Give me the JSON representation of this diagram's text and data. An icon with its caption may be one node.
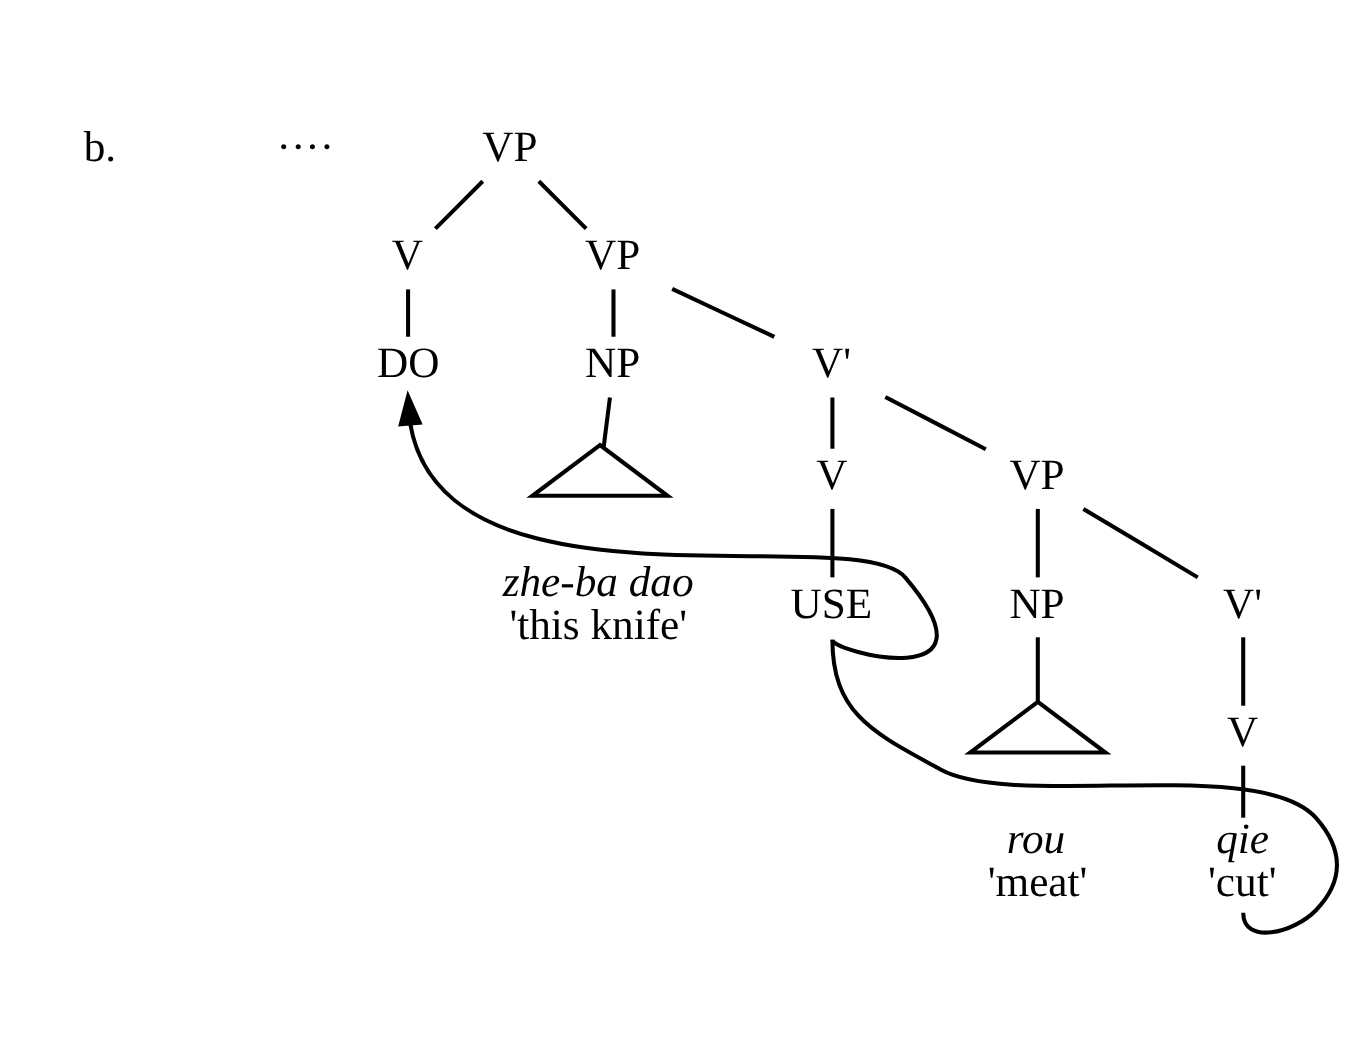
{
  "diagram": {
    "nodes": [
      {
        "text": [
          "VP"
        ]
      },
      {
        "text": [
          "V"
        ]
      },
      {
        "text": [
          "VP"
        ]
      },
      {
        "text": [
          "DO"
        ]
      },
      {
        "text": [
          "NP"
        ]
      },
      {
        "text": [
          "V'"
        ]
      },
      {
        "text": [],
        "shape": "triangle",
        "beside": [
          "zhe-ba dao",
          "'this knife'"
        ]
      },
      {
        "text": [
          "V"
        ]
      },
      {
        "text": [
          "VP"
        ]
      },
      {
        "text": [
          "USE"
        ]
      },
      {
        "text": [
          "NP"
        ]
      },
      {
        "text": [
          "V'"
        ]
      },
      {
        "text": [],
        "shape": "triangle",
        "beside": [
          "rou",
          "'meat'"
        ]
      },
      {
        "text": [
          "V"
        ]
      },
      {
        "text": [
          "qie",
          "'cut'"
        ]
      }
    ],
    "edges": [
      {
        "from": 0,
        "to": 1,
        "arrow": "none"
      },
      {
        "from": 0,
        "to": 2,
        "arrow": "none"
      },
      {
        "from": 1,
        "to": 3,
        "arrow": "none"
      },
      {
        "from": 2,
        "to": 4,
        "arrow": "none"
      },
      {
        "from": 2,
        "to": 5,
        "arrow": "none"
      },
      {
        "from": 4,
        "to": 6,
        "arrow": "none"
      },
      {
        "from": 5,
        "to": 7,
        "arrow": "none"
      },
      {
        "from": 5,
        "to": 8,
        "arrow": "none"
      },
      {
        "from": 7,
        "to": 9,
        "arrow": "none"
      },
      {
        "from": 8,
        "to": 10,
        "arrow": "none"
      },
      {
        "from": 8,
        "to": 11,
        "arrow": "none"
      },
      {
        "from": 10,
        "to": 12,
        "arrow": "none"
      },
      {
        "from": 11,
        "to": 13,
        "arrow": "none"
      },
      {
        "from": 13,
        "to": 14,
        "arrow": "none"
      },
      {
        "from": 9,
        "to": 3,
        "arrow": "to"
      },
      {
        "from": 14,
        "to": 9,
        "arrow": "none"
      }
    ],
    "labels": [
      "b.",
      "····"
    ]
  }
}
